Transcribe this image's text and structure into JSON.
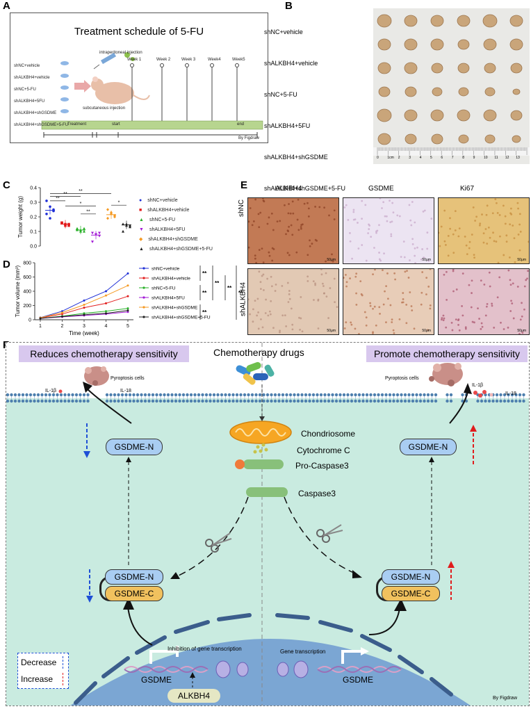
{
  "panels": {
    "a": "A",
    "b": "B",
    "c": "C",
    "d": "D",
    "e": "E",
    "f": "F"
  },
  "schedule": {
    "title": "Treatment schedule of 5-FU",
    "groups": [
      "shNC+vehicle",
      "shALKBH4+vehicle",
      "shNC+5-FU",
      "shALKBH4+5FU",
      "shALKBH4+shGSDME",
      "shALKBH4+shGSDME+5-FU"
    ],
    "ip_label": "intraperitoneal injection",
    "sc_label": "subcutaneous injection",
    "weeks": [
      "Week 1",
      "Week 2",
      "Week 3",
      "Week4",
      "Week5"
    ],
    "bar_treatment": "Treatment",
    "bar_start": "start",
    "bar_end": "end",
    "credit": "By Figdraw"
  },
  "tumor_photo": {
    "groups": [
      "shNC+vehicle",
      "shALKBH4+vehicle",
      "shNC+5-FU",
      "shALKBH4+5FU",
      "shALKBH4+shGSDME",
      "shALKBH4+shGSDME+5-FU"
    ],
    "ruler_labels": [
      "0",
      "1cm",
      "2",
      "3",
      "4",
      "5",
      "6",
      "7",
      "8",
      "9",
      "10",
      "11",
      "12",
      "13"
    ]
  },
  "ihc": {
    "cols": [
      "ALKBH4",
      "GSDME",
      "Ki67"
    ],
    "rows": [
      "shNC",
      "shALKBH4"
    ],
    "scale": "50μm"
  },
  "legend_groups": [
    "shNC+vehicle",
    "shALKBH4+vehicle",
    "shNC+5-FU",
    "shALKBH4+5FU",
    "shALKBH4+shGSDME",
    "shALKBH4+shGSDME+5-FU"
  ],
  "series_colors": [
    "#1f2fd6",
    "#e21b1b",
    "#29b129",
    "#a31bd6",
    "#f59a23",
    "#222222"
  ],
  "chart_data": [
    {
      "type": "scatter",
      "ylabel": "Tumor weight (g)",
      "ylim": [
        0,
        0.4
      ],
      "yticks": [
        "0.0",
        "0.1",
        "0.2",
        "0.3",
        "0.4"
      ],
      "groups": [
        "shNC+vehicle",
        "shALKBH4+vehicle",
        "shNC+5-FU",
        "shALKBH4+5FU",
        "shALKBH4+shGSDME",
        "shALKBH4+shGSDME+5-FU"
      ],
      "points": [
        [
          0.31,
          0.27,
          0.25,
          0.22,
          0.19,
          0.24
        ],
        [
          0.16,
          0.14,
          0.15,
          0.16,
          0.15,
          0.14
        ],
        [
          0.12,
          0.11,
          0.1,
          0.11,
          0.1,
          0.12
        ],
        [
          0.09,
          0.08,
          0.07,
          0.03,
          0.08,
          0.09
        ],
        [
          0.25,
          0.22,
          0.2,
          0.19,
          0.23,
          0.21
        ],
        [
          0.15,
          0.14,
          0.13,
          0.1,
          0.15,
          0.14
        ]
      ],
      "means": [
        0.245,
        0.15,
        0.11,
        0.075,
        0.215,
        0.145
      ],
      "significance": [
        "**",
        "**",
        "*",
        "**",
        "*",
        "**"
      ]
    },
    {
      "type": "line",
      "xlabel": "Time (week)",
      "ylabel": "Tumor volume (mm³)",
      "x": [
        1,
        2,
        3,
        4,
        5
      ],
      "ylim": [
        0,
        800
      ],
      "yticks": [
        "0",
        "200",
        "400",
        "600",
        "800"
      ],
      "series": [
        {
          "name": "shNC+vehicle",
          "values": [
            30,
            120,
            270,
            400,
            650
          ]
        },
        {
          "name": "shALKBH4+vehicle",
          "values": [
            25,
            80,
            170,
            230,
            330
          ]
        },
        {
          "name": "shNC+5-FU",
          "values": [
            20,
            50,
            90,
            120,
            160
          ]
        },
        {
          "name": "shALKBH4+5FU",
          "values": [
            20,
            40,
            60,
            80,
            110
          ]
        },
        {
          "name": "shALKBH4+shGSDME",
          "values": [
            28,
            100,
            210,
            340,
            480
          ]
        },
        {
          "name": "shALKBH4+shGSDME+5-FU",
          "values": [
            20,
            45,
            70,
            90,
            130
          ]
        }
      ],
      "significance": [
        "**",
        "**",
        "**",
        "**",
        "**",
        "**"
      ]
    }
  ],
  "mechanism": {
    "left_title": "Reduces chemotherapy sensitivity",
    "right_title": "Promote chemotherapy sensitivity",
    "center_title": "Chemotherapy drugs",
    "pyroptosis": "Pyroptosis cells",
    "il1b": "IL-1β",
    "il18": "IL-18",
    "chondriosome": "Chondriosome",
    "cytochrome": "Cytochrome C",
    "procaspase": "Pro-Caspase3",
    "caspase": "Caspase3",
    "gsdme_n": "GSDME-N",
    "gsdme_c": "GSDME-C",
    "inhibition": "Inhibition of gene transcription",
    "transcription": "Gene transcription",
    "gene": "GSDME",
    "alkbh4": "ALKBH4",
    "legend_decrease": "Decrease",
    "legend_increase": "Increase",
    "credit": "By Figdraw"
  }
}
